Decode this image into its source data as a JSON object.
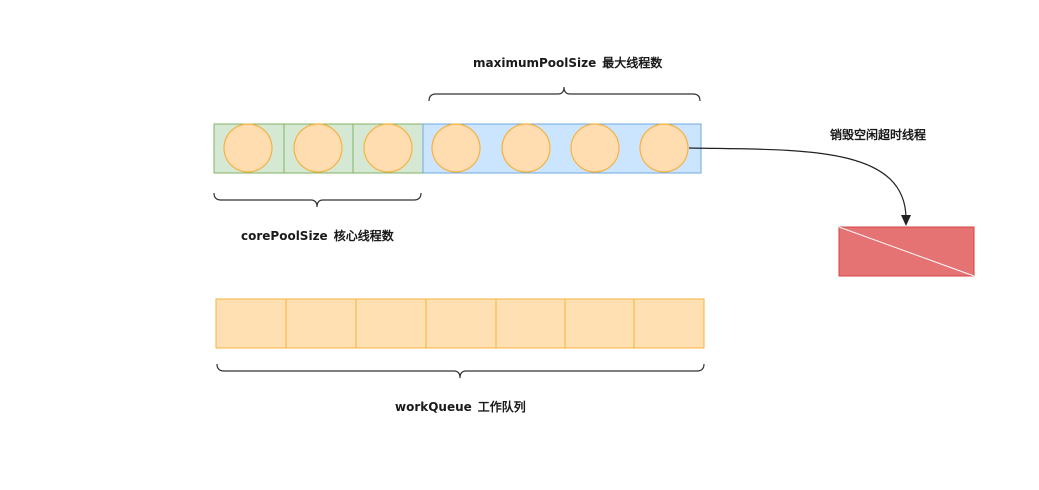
{
  "labels": {
    "max_name": "maximumPoolSize",
    "max_desc": "最大线程数",
    "core_name": "corePoolSize",
    "core_desc": "核心线程数",
    "destroy": "销毁空闲超时线程",
    "queue_name": "workQueue",
    "queue_desc": "工作队列"
  },
  "colors": {
    "core_fill": "#d5e8d4",
    "core_stroke": "#82b366",
    "extra_fill": "#cce5ff",
    "extra_stroke": "#6fa8dc",
    "thread_fill": "#ffddb0",
    "thread_stroke": "#f5b342",
    "queue_fill": "#ffe0b2",
    "queue_stroke": "#f5b342",
    "destroy_fill": "#e57373",
    "destroy_stroke": "#d84343"
  },
  "counts": {
    "core_threads": 3,
    "extra_threads": 4,
    "queue_slots": 7
  }
}
